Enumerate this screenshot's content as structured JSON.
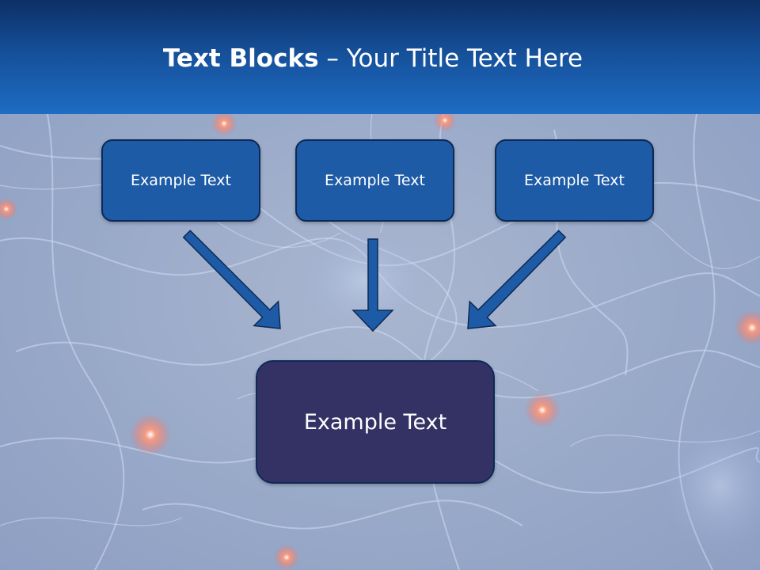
{
  "title": {
    "bold": "Text Blocks",
    "dash": " – ",
    "rest": "Your Title Text Here"
  },
  "blocks": [
    {
      "label": "Example Text"
    },
    {
      "label": "Example Text"
    },
    {
      "label": "Example Text"
    }
  ],
  "main_block": {
    "label": "Example Text"
  },
  "colors": {
    "header_top": "#0d2f66",
    "header_bottom": "#1e6cc4",
    "block_fill": "#1d5ba6",
    "main_block_fill": "#343165",
    "arrow_fill": "#1d5ba6",
    "outline": "#0c2a55"
  }
}
